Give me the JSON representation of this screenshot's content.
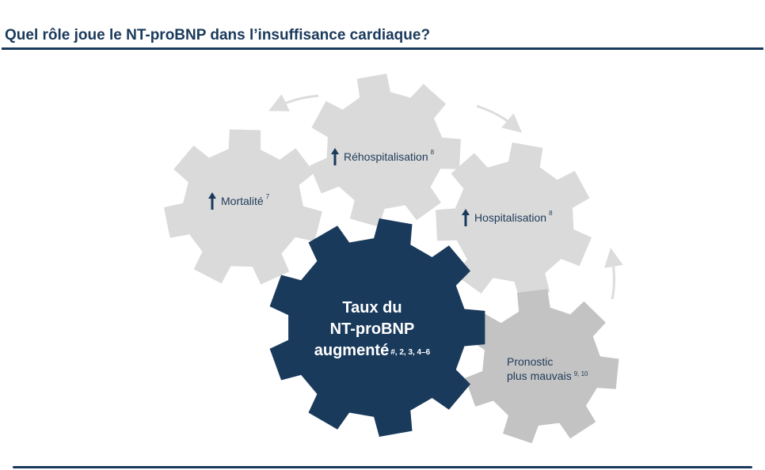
{
  "header": {
    "title": "Quel rôle joue le NT-proBNP dans l’insuffisance cardiaque?"
  },
  "colors": {
    "primary": "#1a3a5c",
    "gear_light": "#dadada",
    "gear_mid": "#c3c3c3",
    "arrow": "#e0e0e0"
  },
  "gears": {
    "center": {
      "line1": "Taux du",
      "line2": "NT-proBNP",
      "line3": "augmenté",
      "refs": "#, 2, 3, 4–6"
    },
    "mortalite": {
      "label": "Mortalité",
      "ref": "7",
      "icon": "up-arrow-icon"
    },
    "rehospitalisation": {
      "label": "Réhospitalisation",
      "ref": "8",
      "icon": "up-arrow-icon"
    },
    "hospitalisation": {
      "label": "Hospitalisation",
      "ref": "8",
      "icon": "up-arrow-icon"
    },
    "pronostic": {
      "line1": "Pronostic",
      "line2": "plus mauvais",
      "ref": "9, 10"
    }
  }
}
